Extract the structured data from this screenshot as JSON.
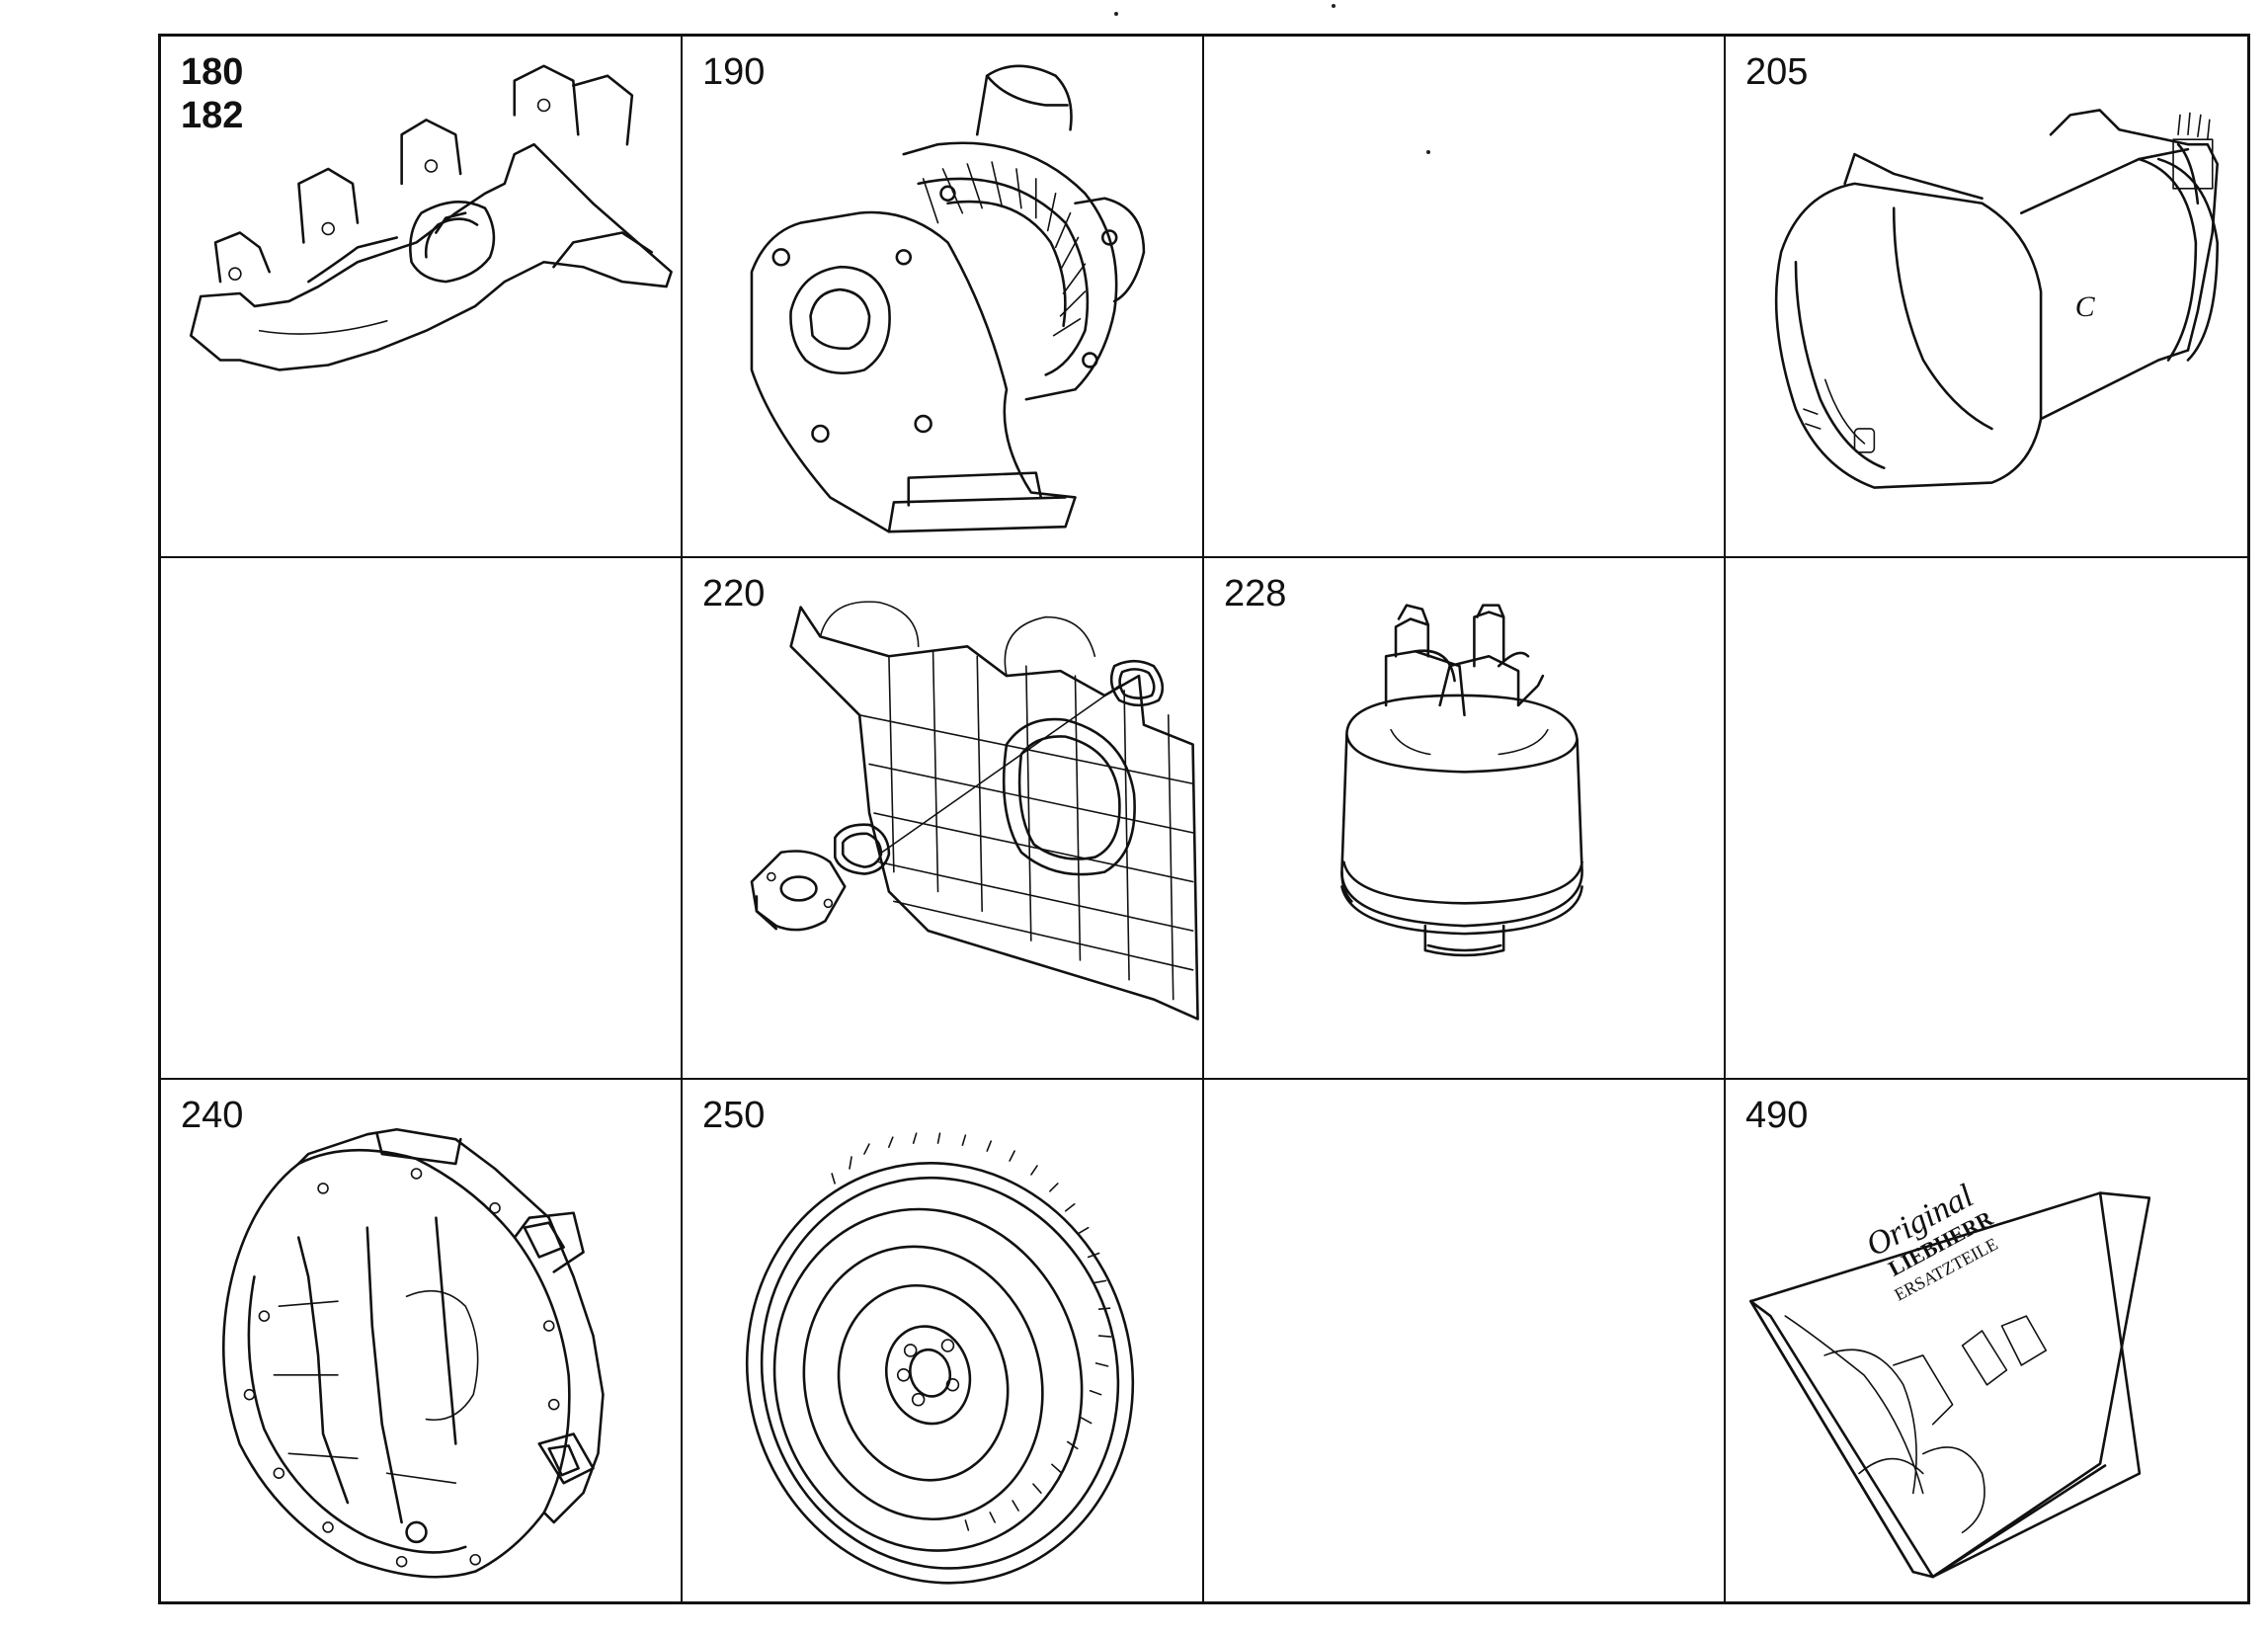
{
  "diagram": {
    "cells": [
      {
        "id": "c1",
        "label": "180\n182",
        "icon": "exhaust-manifold-icon"
      },
      {
        "id": "c2",
        "label": "190",
        "icon": "turbocharger-icon"
      },
      {
        "id": "c3",
        "label": "",
        "icon": ""
      },
      {
        "id": "c4",
        "label": "205",
        "icon": "starter-motor-icon"
      },
      {
        "id": "c5",
        "label": "",
        "icon": ""
      },
      {
        "id": "c6",
        "label": "220",
        "icon": "crankcase-cover-seal-icon"
      },
      {
        "id": "c7",
        "label": "228",
        "icon": "pressure-switch-icon"
      },
      {
        "id": "c8",
        "label": "",
        "icon": ""
      },
      {
        "id": "c9",
        "label": "240",
        "icon": "flywheel-housing-icon"
      },
      {
        "id": "c10",
        "label": "250",
        "icon": "flywheel-icon"
      },
      {
        "id": "c11",
        "label": "",
        "icon": ""
      },
      {
        "id": "c12",
        "label": "490",
        "icon": "gasket-kit-package-icon"
      }
    ],
    "package_text_1": "Original",
    "package_text_2": "LIEBHERR",
    "package_text_3": "ERSATZTEILE",
    "motor_letter": "C"
  }
}
